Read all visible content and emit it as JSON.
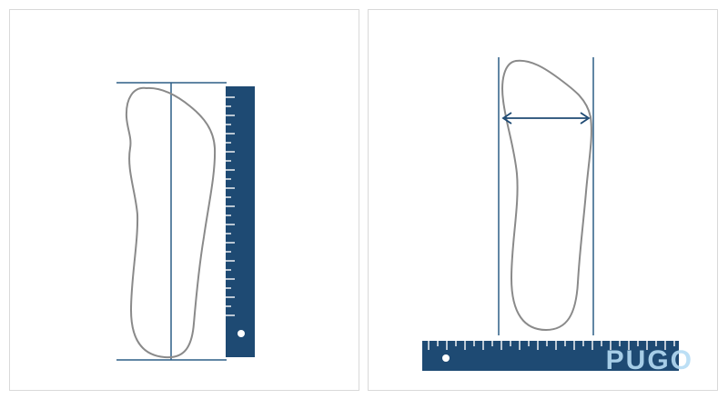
{
  "panels": [
    {
      "id": "length",
      "letter": "",
      "measurement": "foot-length"
    },
    {
      "id": "width",
      "letter": "",
      "measurement": "foot-width"
    }
  ],
  "watermark": {
    "text": "PUGO",
    "color": "#b5dcf4"
  },
  "colors": {
    "ruler": "#1e4a73",
    "guide_line": "#2d5f86",
    "foot_outline": "#8a8a8a",
    "panel_border": "#d9d9d9"
  },
  "icons": [
    "ruler-icon",
    "foot-outline-icon",
    "width-arrow-icon"
  ]
}
